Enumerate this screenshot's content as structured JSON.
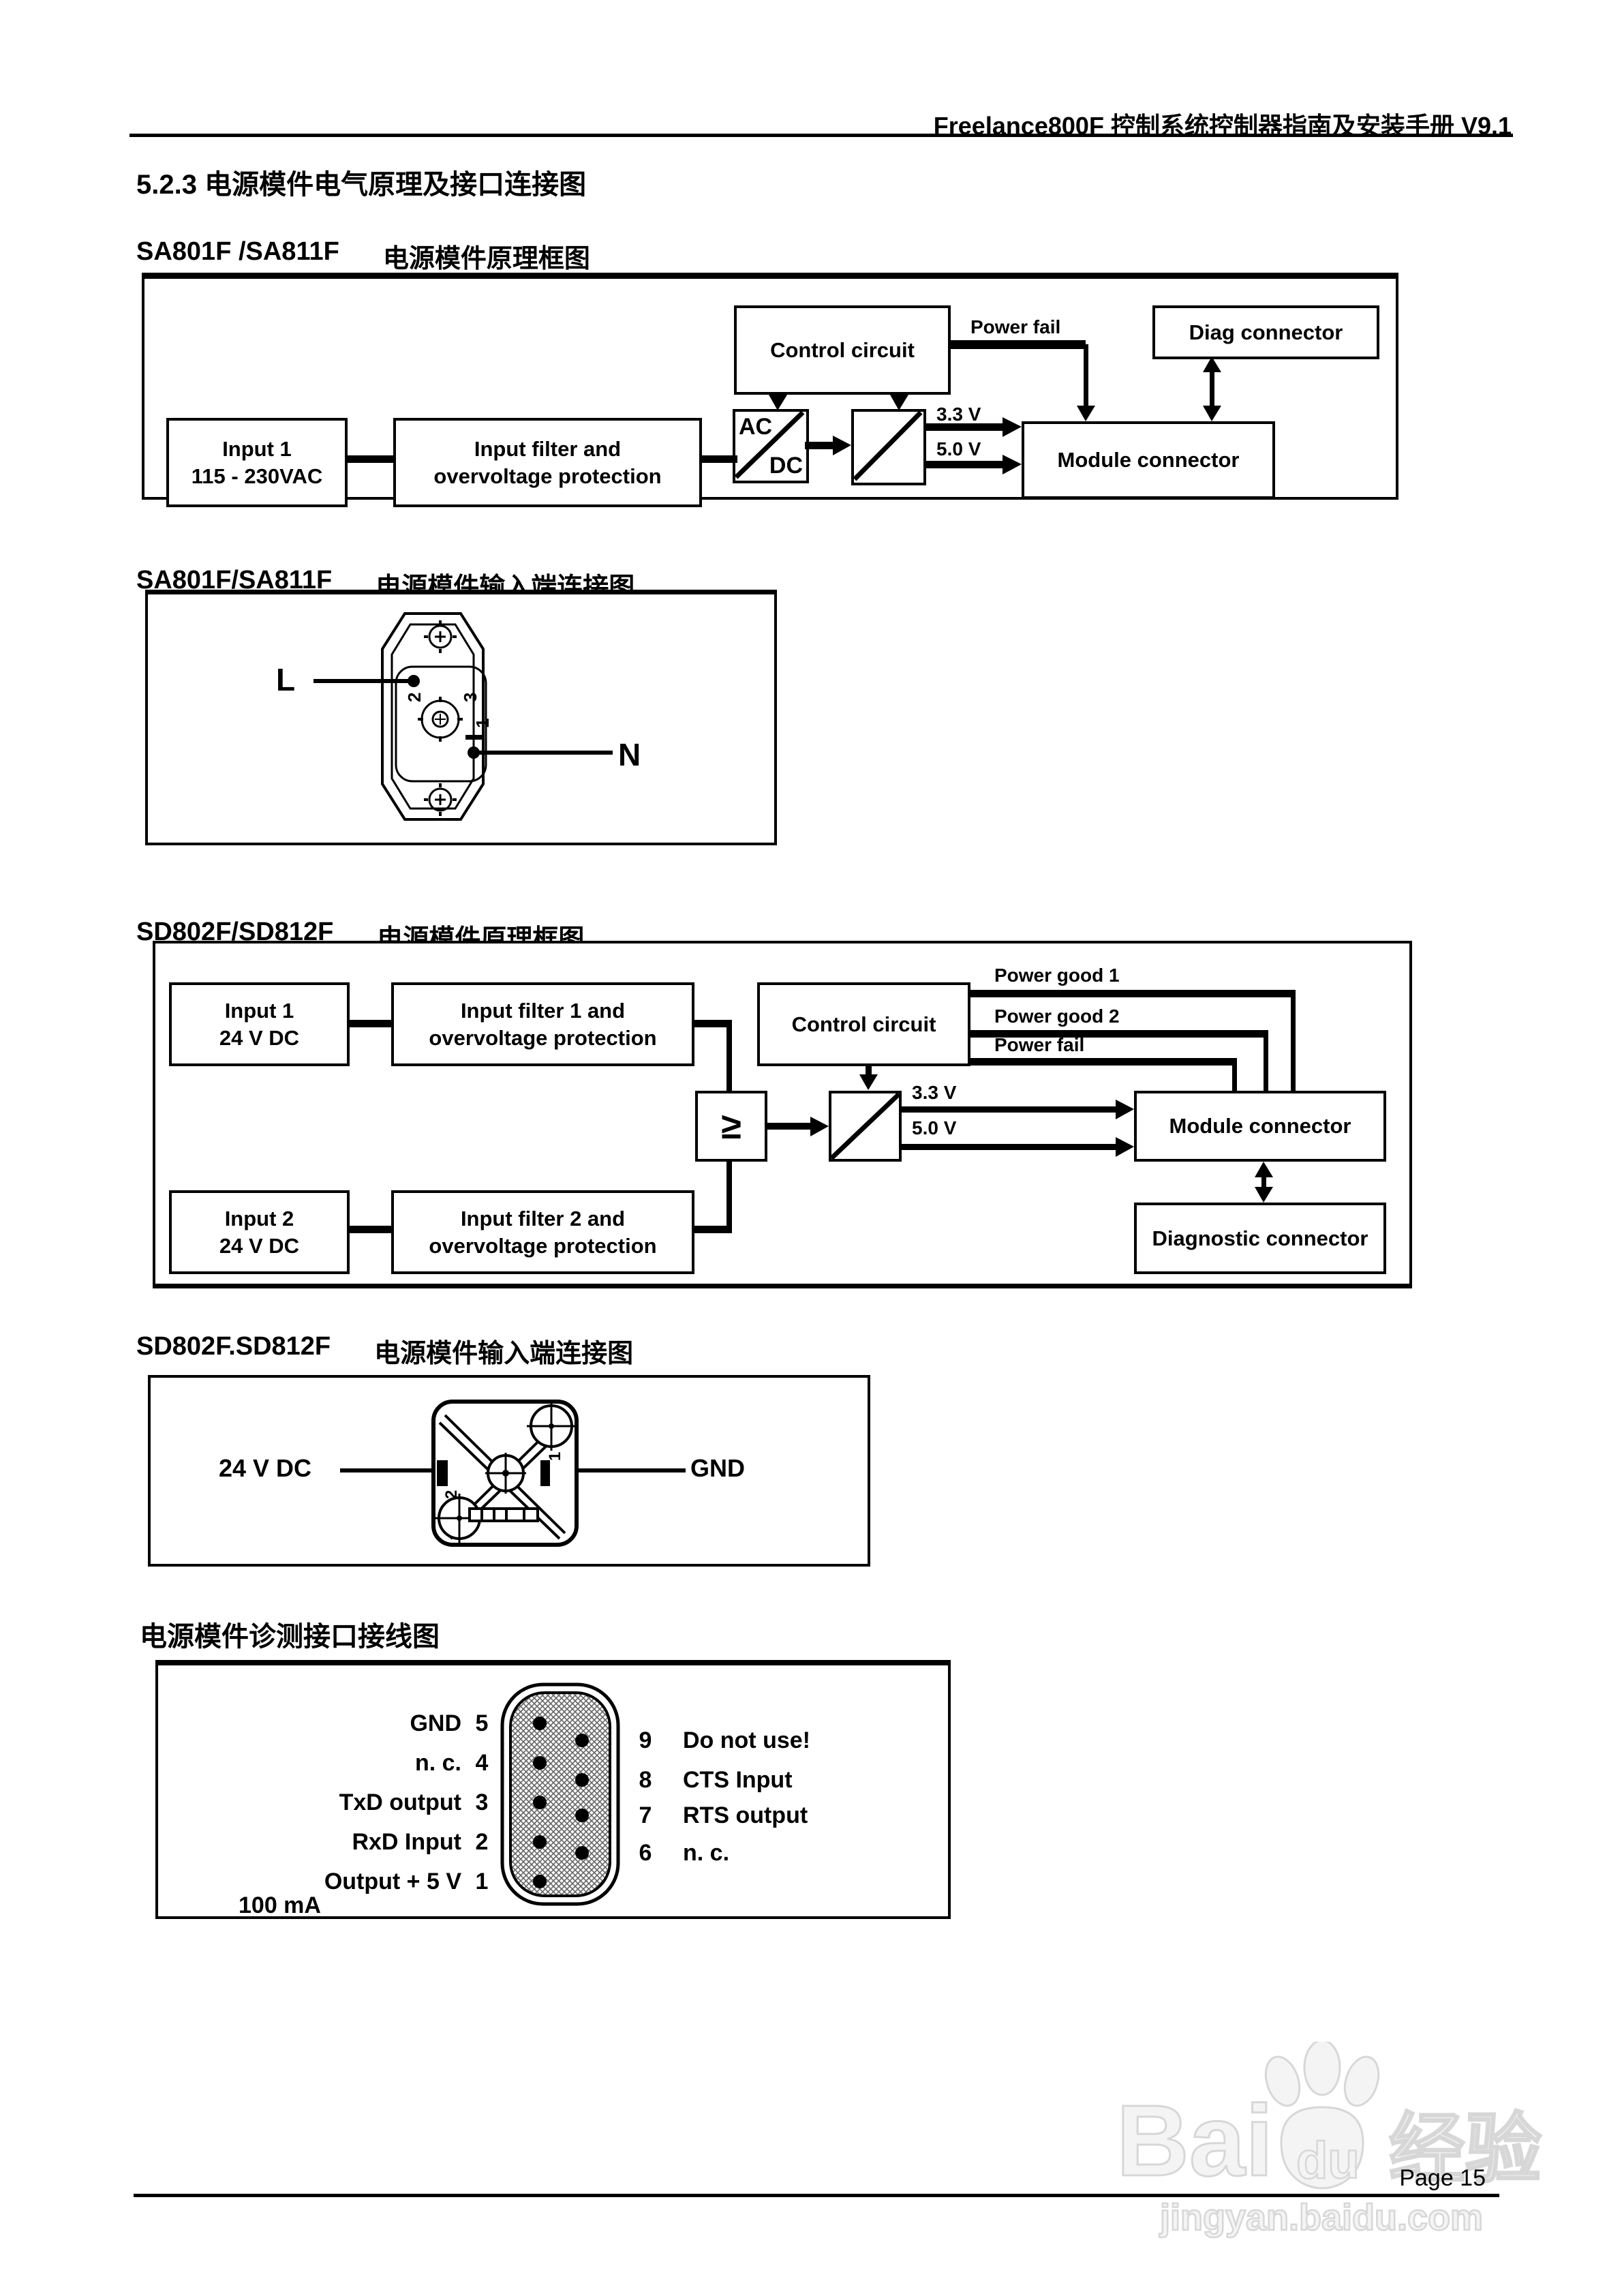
{
  "header": {
    "title": "Freelance800F 控制系统控制器指南及安装手册 V9.1"
  },
  "section": {
    "heading": "5.2.3  电源模件电气原理及接口连接图"
  },
  "fig1": {
    "title_model": "SA801F /SA811F",
    "title_desc": "电源模件原理框图",
    "input_line1": "Input 1",
    "input_line2": "115 - 230VAC",
    "filter_line1": "Input filter and",
    "filter_line2": "overvoltage protection",
    "acdc_top": "AC",
    "acdc_bottom": "DC",
    "control": "Control circuit",
    "diag": "Diag connector",
    "module": "Module connector",
    "power_fail": "Power fail",
    "v33": "3.3 V",
    "v50": "5.0 V"
  },
  "fig2": {
    "title_model": "SA801F/SA811F",
    "title_desc": "电源模件输入端连接图",
    "label_l": "L",
    "label_n": "N",
    "pin_l": "2",
    "pin_top_right": "3",
    "pin_n": "1"
  },
  "fig3": {
    "title_model": "SD802F/SD812F",
    "title_desc": "电源模件原理框图",
    "input1_line1": "Input 1",
    "input1_line2": "24 V DC",
    "filter1_line1": "Input filter 1 and",
    "filter1_line2": "overvoltage protection",
    "control": "Control circuit",
    "power_good1": "Power good 1",
    "power_good2": "Power good 2",
    "power_fail": "Power fail",
    "or_symbol": "≥",
    "v33": "3.3 V",
    "v50": "5.0 V",
    "module": "Module connector",
    "diagnostic": "Diagnostic connector",
    "input2_line1": "Input 2",
    "input2_line2": "24 V DC",
    "filter2_line1": "Input filter 2 and",
    "filter2_line2": "overvoltage protection"
  },
  "fig4": {
    "title_model": "SD802F.SD812F",
    "title_desc": "电源模件输入端连接图",
    "label_left": "24 V DC",
    "label_right": "GND",
    "pin_left": "2",
    "pin_right": "1"
  },
  "fig5": {
    "title": "电源模件诊测接口接线图",
    "left_pins": [
      {
        "label": "GND",
        "num": "5"
      },
      {
        "label": "n. c.",
        "num": "4"
      },
      {
        "label": "TxD output",
        "num": "3"
      },
      {
        "label": "RxD Input",
        "num": "2"
      },
      {
        "label": "Output + 5 V",
        "num": "1"
      }
    ],
    "left_sub": "100 mA",
    "right_pins": [
      {
        "num": "9",
        "label": "Do not use!"
      },
      {
        "num": "8",
        "label": "CTS Input"
      },
      {
        "num": "7",
        "label": "RTS output"
      },
      {
        "num": "6",
        "label": "n. c."
      }
    ]
  },
  "footer": {
    "page_label": "Page 15"
  },
  "watermark": {
    "brand_a": "Bai",
    "brand_b": "du",
    "brand_cn": "经验",
    "url": "jingyan.baidu.com"
  }
}
